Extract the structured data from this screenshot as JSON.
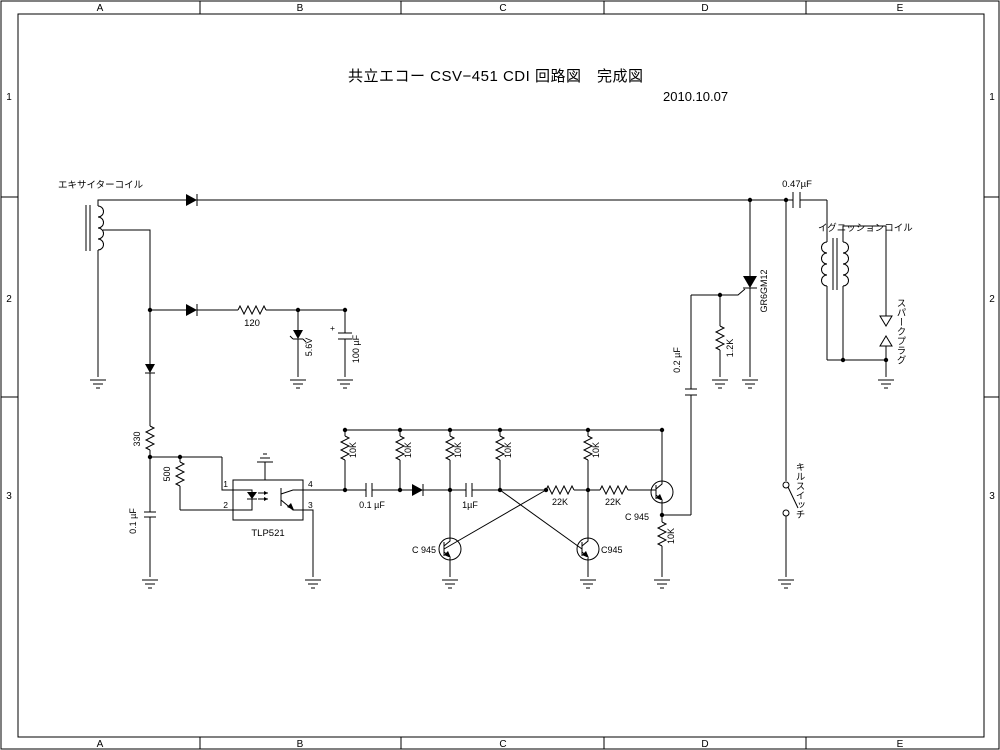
{
  "frame": {
    "cols": [
      "A",
      "B",
      "C",
      "D",
      "E"
    ],
    "rows": [
      "1",
      "2",
      "3"
    ]
  },
  "title": "共立エコー CSV−451 CDI 回路図　完成図",
  "date": "2010.10.07",
  "components": {
    "exciter_coil": "エキサイターコイル",
    "ignition_coil": "イグニッションコイル",
    "spark_plug": "スパークプラグ",
    "kill_switch": "キルスイッチ",
    "main_cap": "0.47µF",
    "scr": "GR6GM12",
    "gate_resistor": "1.2K",
    "trigger_cap": "0.2 µF",
    "supply_resistor": "120",
    "zener": "5.6V",
    "supply_cap": "100 µF",
    "supply_cap_polarity": "+",
    "input_resistor": "330",
    "shunt_resistor": "500",
    "input_cap": "0.1 µF",
    "optocoupler": "TLP521",
    "pin1": "1",
    "pin2": "2",
    "pin3": "3",
    "pin4": "4",
    "coupling_cap1": "0.1 µF",
    "coupling_cap2": "1µF",
    "pullup_resistor": "10K",
    "base_resistor": "22K",
    "q1": "C 945",
    "q2": "C945",
    "q3": "C 945",
    "emitter_resistor": "10K"
  }
}
